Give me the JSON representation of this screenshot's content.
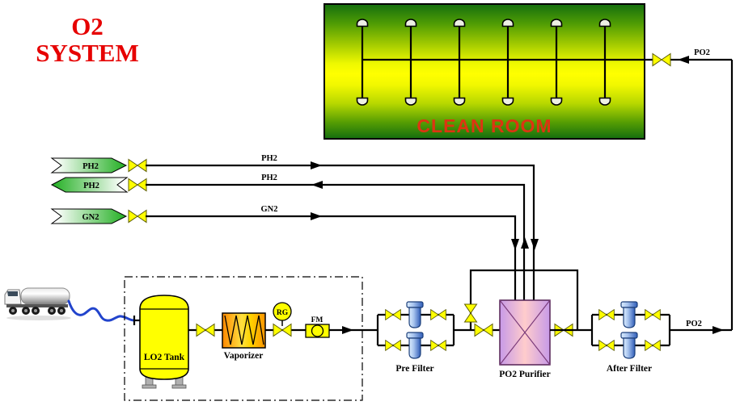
{
  "title": {
    "line1": "O2",
    "line2": "SYSTEM"
  },
  "clean_room": {
    "label": "CLEAN ROOM",
    "stations": 6,
    "outlet_label": "PO2"
  },
  "supply_lines": [
    {
      "banner": "PH2",
      "line_label": "PH2",
      "direction": "right"
    },
    {
      "banner": "PH2",
      "line_label": "PH2",
      "direction": "left"
    },
    {
      "banner": "GN2",
      "line_label": "GN2",
      "direction": "right"
    }
  ],
  "process": {
    "tank": "LO2 Tank",
    "vaporizer": "Vaporizer",
    "regulator": "RG",
    "flow_meter": "FM",
    "pre_filter": "Pre Filter",
    "purifier": "PO2 Purifier",
    "after_filter": "After Filter",
    "output_label": "PO2"
  },
  "colors": {
    "title_red": "#e60000",
    "clean_room_text_red": "#dd3512",
    "clean_room_green": "#17700e",
    "clean_room_yellow": "#ffff00",
    "pipe_black": "#000000",
    "valve_yellow": "#ffff00",
    "banner_green": "#2db32d",
    "vaporizer_orange": "#ff9400",
    "purifier_violet": "#c79ae8",
    "purifier_pink": "#ffcccc",
    "filter_blue": "#2f5cb8",
    "tank_yellow": "#ffff00",
    "hose_blue": "#2244cc"
  }
}
